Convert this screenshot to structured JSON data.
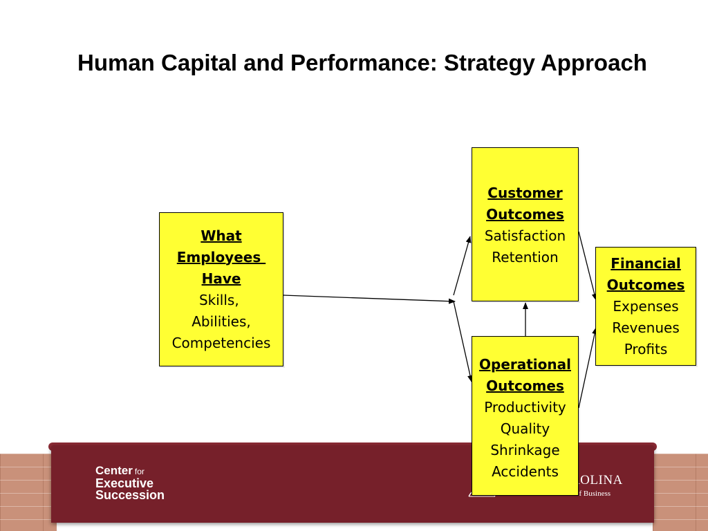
{
  "title": "Human Capital and Performance: Strategy Approach",
  "diagram": {
    "nodes": [
      {
        "id": "employees",
        "heading": [
          "What",
          "Employees ",
          "Have"
        ],
        "body": [
          "Skills, ",
          "Abilities,",
          "Competencies"
        ]
      },
      {
        "id": "customer",
        "heading": [
          "Customer",
          "Outcomes"
        ],
        "body": [
          "Satisfaction",
          "Retention"
        ]
      },
      {
        "id": "operational",
        "heading": [
          "Operational",
          "Outcomes"
        ],
        "body": [
          "Productivity",
          "Quality",
          "Shrinkage",
          "Accidents"
        ]
      },
      {
        "id": "financial",
        "heading": [
          "Financial",
          "Outcomes"
        ],
        "body": [
          "Expenses",
          "Revenues",
          "Profits"
        ]
      }
    ],
    "edges": [
      {
        "from": "employees",
        "to": "customer"
      },
      {
        "from": "employees",
        "to": "operational"
      },
      {
        "from": "operational",
        "to": "customer"
      },
      {
        "from": "customer",
        "to": "financial"
      },
      {
        "from": "operational",
        "to": "financial"
      }
    ],
    "box_fill": "#ffff33",
    "box_border": "#000000"
  },
  "footer": {
    "logo_left": {
      "line1": "Center",
      "line1_small": "for",
      "line2": "Executive",
      "line3": "Succession"
    },
    "logo_right": {
      "wordmark": "ROLINA",
      "subtitle": "of Business"
    },
    "banner_color": "#76202a"
  }
}
